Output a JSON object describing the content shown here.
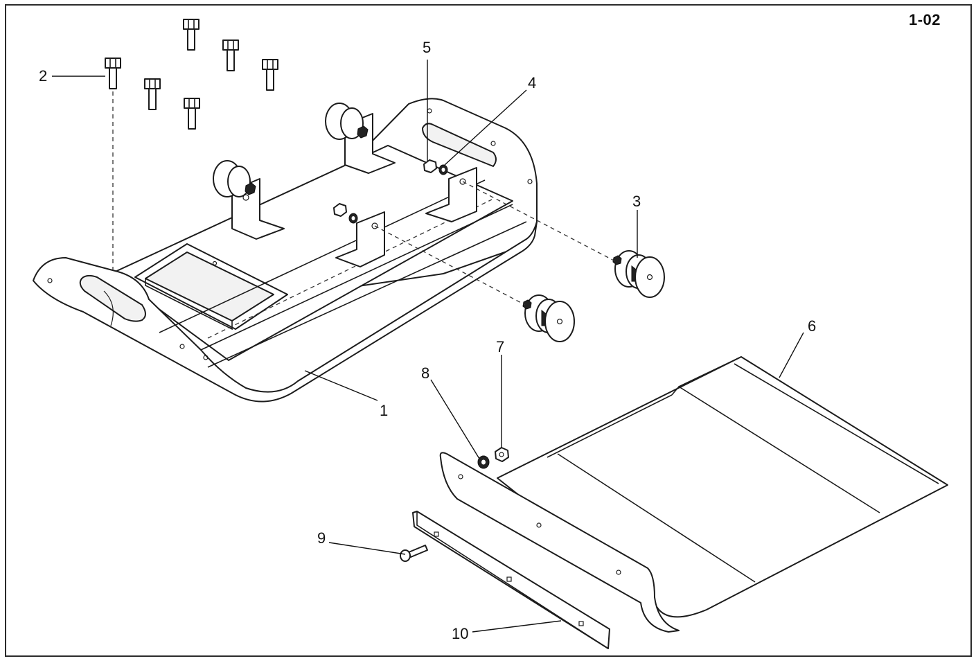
{
  "sheet_id": "1-02",
  "callouts": [
    "1",
    "2",
    "3",
    "4",
    "5",
    "6",
    "7",
    "8",
    "9",
    "10"
  ],
  "colors": {
    "line": "#1c1c1c",
    "paper": "#ffffff"
  }
}
